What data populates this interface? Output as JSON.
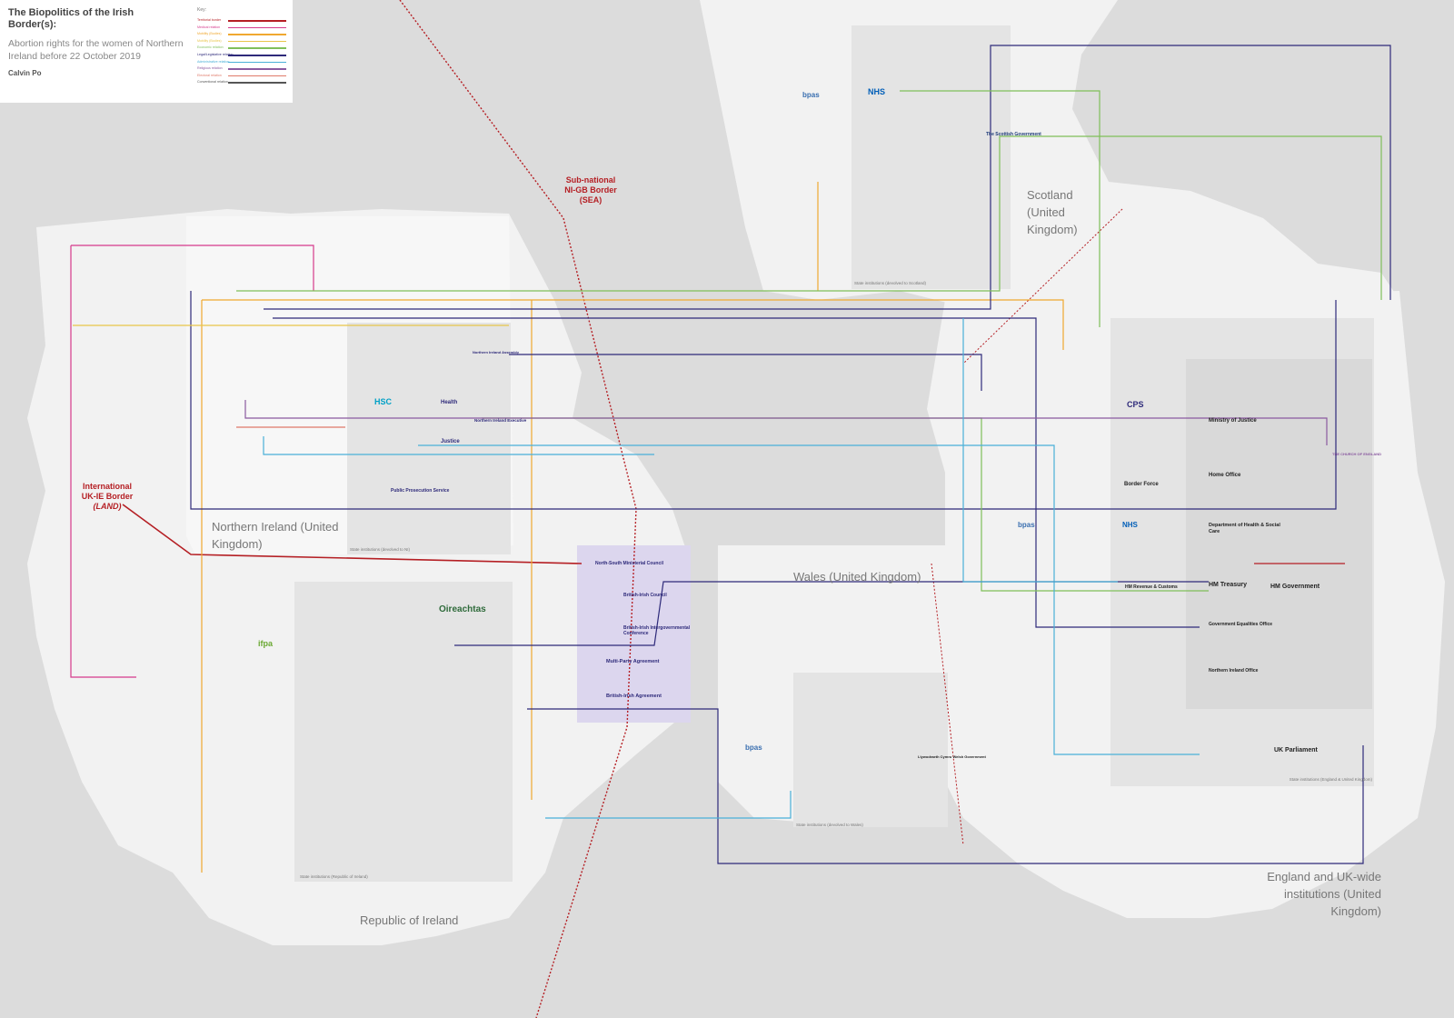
{
  "header": {
    "title": "The Biopolitics of the Irish Border(s):",
    "subtitle": "Abortion rights for the women of Northern Ireland before 22 October 2019",
    "author": "Calvin Po"
  },
  "key": {
    "heading": "Key:",
    "items": [
      {
        "label": "Territorial border",
        "color": "#b51f24"
      },
      {
        "label": "Medical relation",
        "color": "#d63a8c"
      },
      {
        "label": "Mobility (Bodies)",
        "color": "#f0a830"
      },
      {
        "label": "Mobility (Bodies)",
        "color": "#e8c54a"
      },
      {
        "label": "Economic relation",
        "color": "#7fbf5a"
      },
      {
        "label": "Legal/Legislative relation",
        "color": "#2e2a7a"
      },
      {
        "label": "Administrative relation",
        "color": "#4ab0d8"
      },
      {
        "label": "Religious relation",
        "color": "#8a5aa0"
      },
      {
        "label": "Electoral relation",
        "color": "#e07a6a"
      },
      {
        "label": "Conventional relation",
        "color": "#555555"
      }
    ]
  },
  "regions": {
    "scotland": "Scotland (United Kingdom)",
    "ni": "Northern Ireland (United Kingdom)",
    "wales": "Wales (United Kingdom)",
    "roi": "Republic of Ireland",
    "england": "England and UK-wide institutions (United Kingdom)"
  },
  "borders": {
    "sea_line1": "Sub-national",
    "sea_line2": "NI-GB Border",
    "sea_line3": "(SEA)",
    "land_line1": "International",
    "land_line2": "UK-IE Border",
    "land_line3": "(LAND)"
  },
  "institution_boxes": {
    "scotland": "State institutions (devolved to Scotland)",
    "ni": "State institutions (devolved to NI)",
    "wales": "State institutions (devolved to Wales)",
    "roi": "State institutions (Republic of Ireland)",
    "england": "State institutions (England & United Kingdom)"
  },
  "nodes": {
    "bpas": "bpas",
    "nhs": "NHS",
    "hsc": "HSC",
    "ifpa": "ifpa",
    "cps": "CPS",
    "border_force": "Border Force",
    "home_office": "Home Office",
    "ministry_justice": "Ministry of Justice",
    "dhsc": "Department of Health & Social Care",
    "hm_treasury": "HM Treasury",
    "hm_government": "HM Government",
    "uk_parliament": "UK Parliament",
    "geo": "Government Equalities Office",
    "nio": "Northern Ireland Office",
    "hmrc": "HM Revenue & Customs",
    "scottish_gov": "The Scottish Government",
    "church": "THE CHURCH OF ENGLAND",
    "oireachtas": "Oireachtas",
    "health": "Health",
    "justice": "Justice",
    "nsmc": "North-South Ministerial Council",
    "bic": "British-Irish Council",
    "biic": "British-Irish Intergovernmental Conference",
    "multi_party": "Multi-Party Agreement",
    "bia": "British-Irish Agreement",
    "ppsni": "Public Prosecution Service",
    "ni_exec": "Northern Ireland Executive",
    "ni_assembly": "Northern Ireland Assembly",
    "welsh_gov": "Llywodraeth Cymru Welsh Government"
  }
}
